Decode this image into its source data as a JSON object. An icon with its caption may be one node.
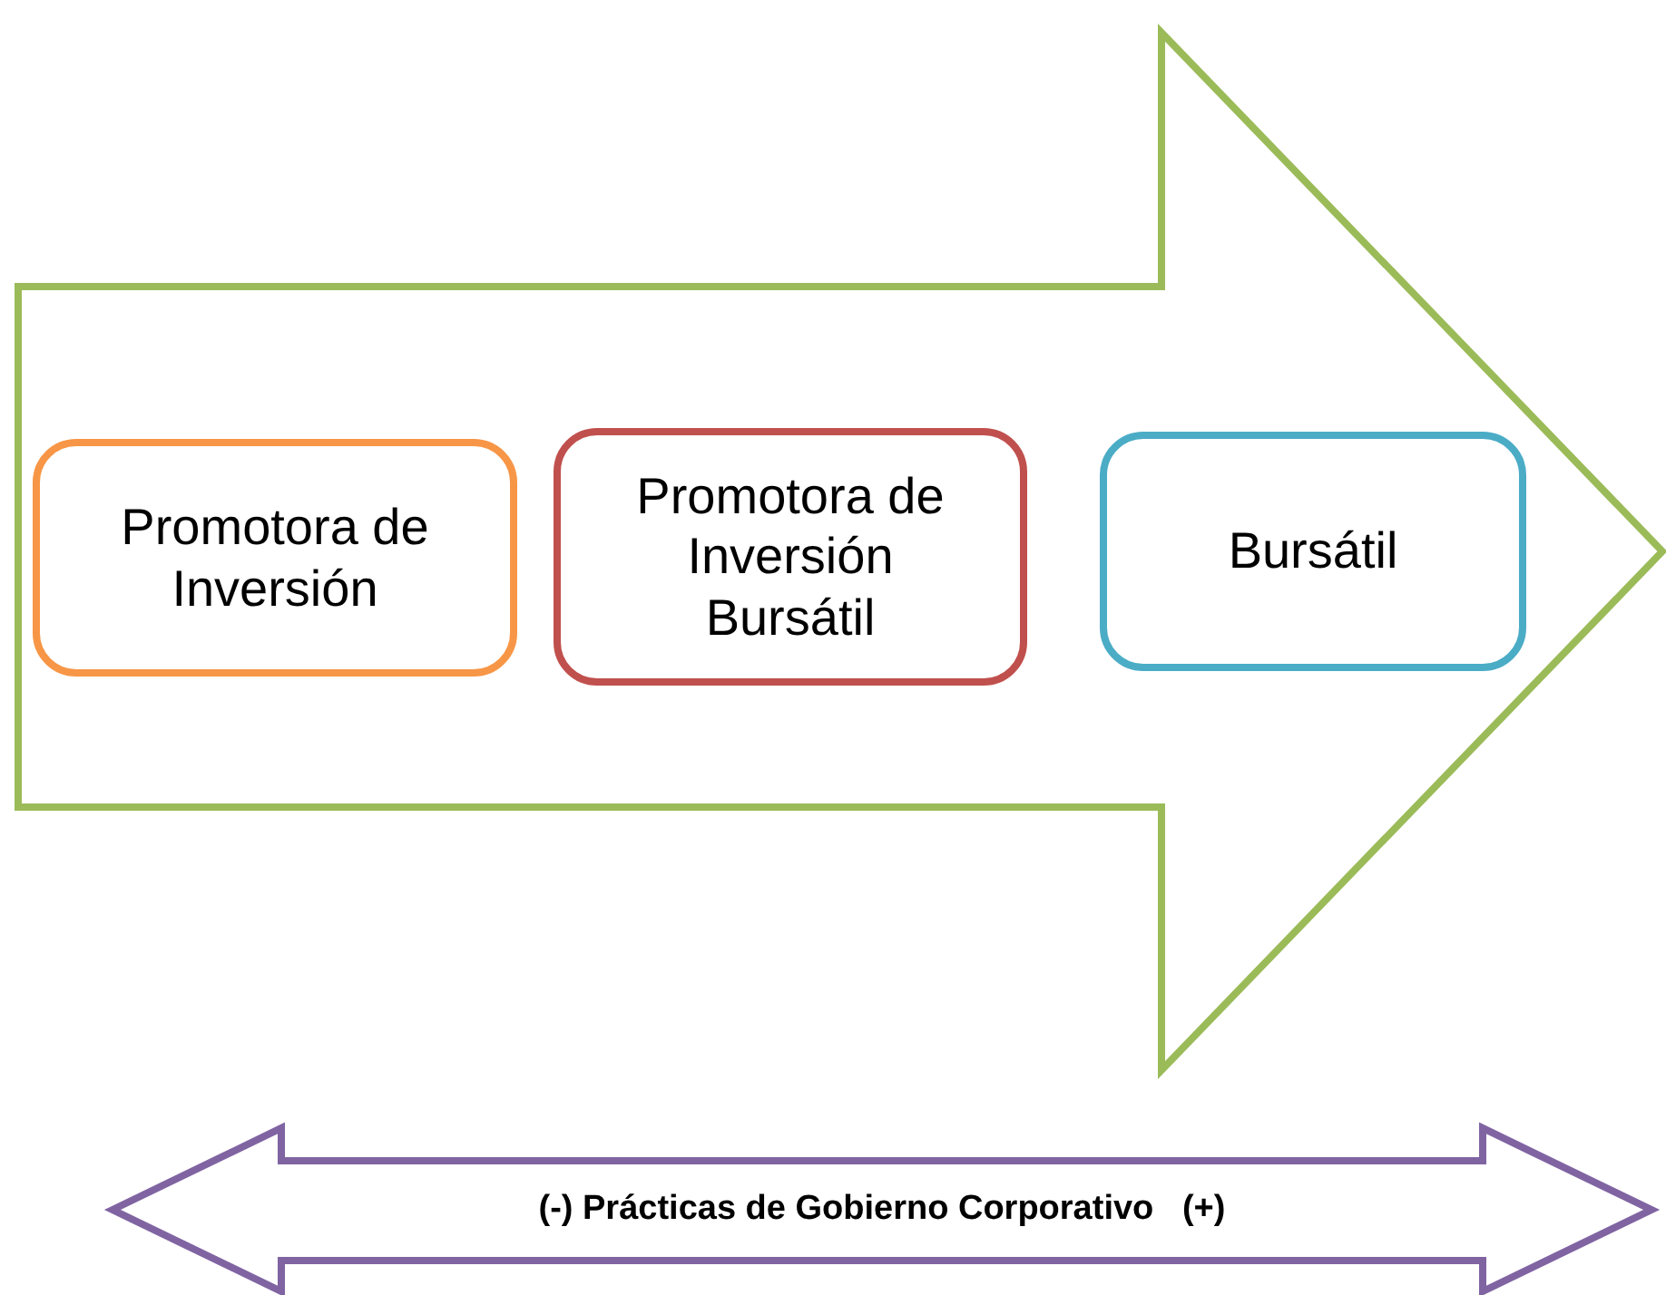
{
  "diagram": {
    "nodes": [
      {
        "text": [],
        "shape": "arrow"
      },
      {
        "text": [
          "Promotora de Inversión"
        ],
        "in": 0
      },
      {
        "text": [
          "Promotora de Inversión Bursátil"
        ],
        "in": 0
      },
      {
        "text": [
          "Bursátil"
        ],
        "in": 0
      },
      {
        "text": [
          "(-) Prácticas de Gobierno Corporativo   (+)"
        ]
      }
    ]
  }
}
